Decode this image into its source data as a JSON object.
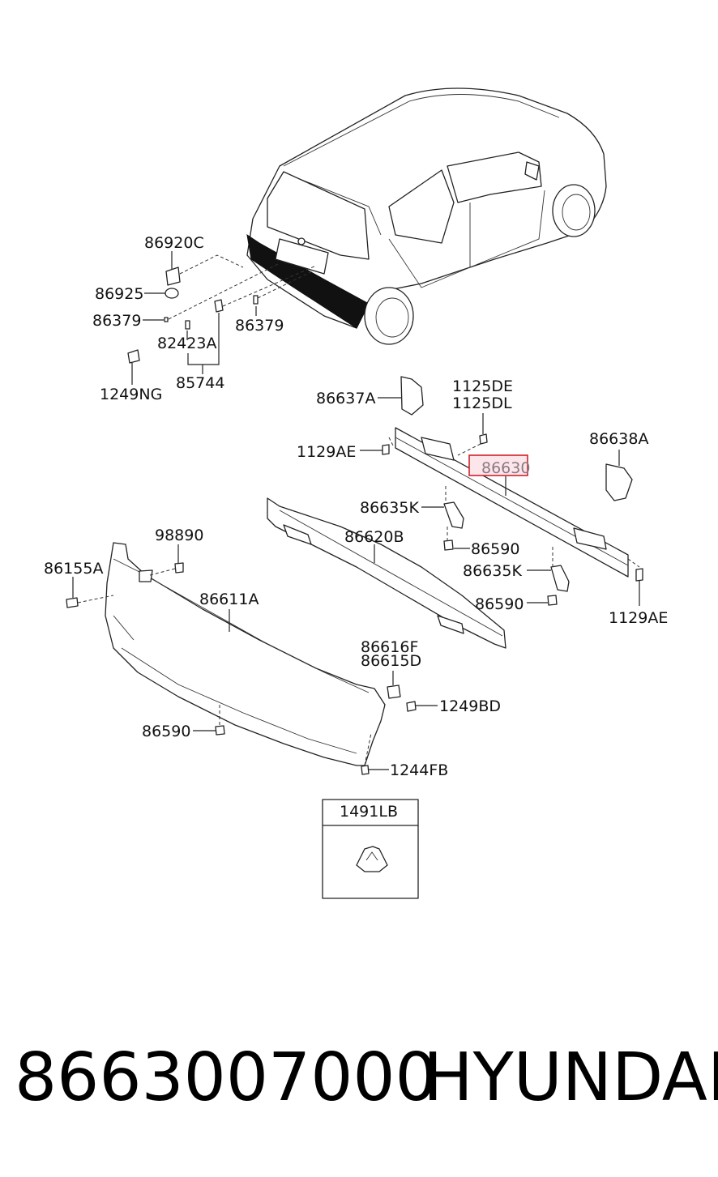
{
  "labels": {
    "p86920C": "86920C",
    "p86925": "86925",
    "p86379a": "86379",
    "p86379b": "86379",
    "p82423A": "82423A",
    "p85744": "85744",
    "p1249NG": "1249NG",
    "p86637A": "86637A",
    "p1125DE": "1125DE",
    "p1125DL": "1125DL",
    "p1129AEa": "1129AE",
    "p86638A": "86638A",
    "p86630": "86630",
    "p86635Ka": "86635K",
    "p86620B": "86620B",
    "p86590a": "86590",
    "p98890": "98890",
    "p86155A": "86155A",
    "p86635Kb": "86635K",
    "p86590b": "86590",
    "p1129AEb": "1129AE",
    "p86611A": "86611A",
    "p86616F": "86616F",
    "p86615D": "86615D",
    "p1249BD": "1249BD",
    "p86590c": "86590",
    "p1244FB": "1244FB",
    "p1491LB": "1491LB"
  },
  "footer": {
    "part_number": "8663007000",
    "brand": "HYUNDAI"
  },
  "colors": {
    "highlight_border": "#d0202a",
    "highlight_fill": "#fde6e9"
  }
}
